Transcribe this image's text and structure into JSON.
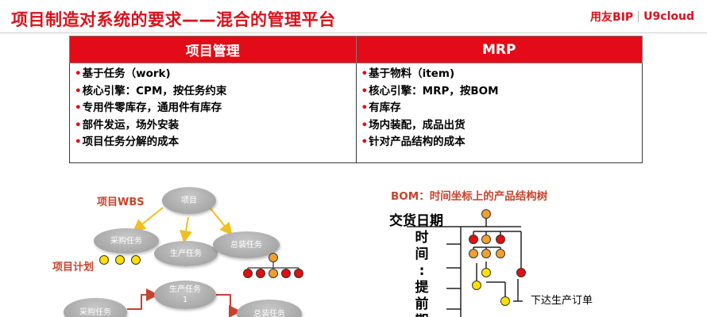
{
  "header": {
    "title": "项目制造对系统的要求——混合的管理平台",
    "logo_brand": "用友BIP",
    "logo_cloud": "U9cloud"
  },
  "comparison": {
    "left": {
      "heading": "项目管理",
      "items": [
        "基于任务（work)",
        "核心引擎：CPM，按任务约束",
        "专用件零库存，通用件有库存",
        "部件发运，场外安装",
        "项目任务分解的成本"
      ]
    },
    "right": {
      "heading": "MRP",
      "items": [
        "基于物料（item)",
        "核心引擎：MRP，按BOM",
        "有库存",
        "场内装配，成品出货",
        "针对产品结构的成本"
      ]
    }
  },
  "wbs": {
    "label_wbs": "项目WBS",
    "label_plan": "项目计划",
    "project": "项目",
    "purchase": "采购任务",
    "production": "生产任务",
    "assembly": "总装任务",
    "production1_line1": "生产任务",
    "production1_line2": "1",
    "purchase2": "采购任务",
    "assembly2": "总装任务"
  },
  "bom": {
    "title": "BOM：时间坐标上的产品结构树",
    "delivery": "交货日期",
    "axis_chars": [
      "时",
      "间",
      ":",
      "提",
      "前",
      "期"
    ],
    "order_label": "下达生产订单"
  }
}
